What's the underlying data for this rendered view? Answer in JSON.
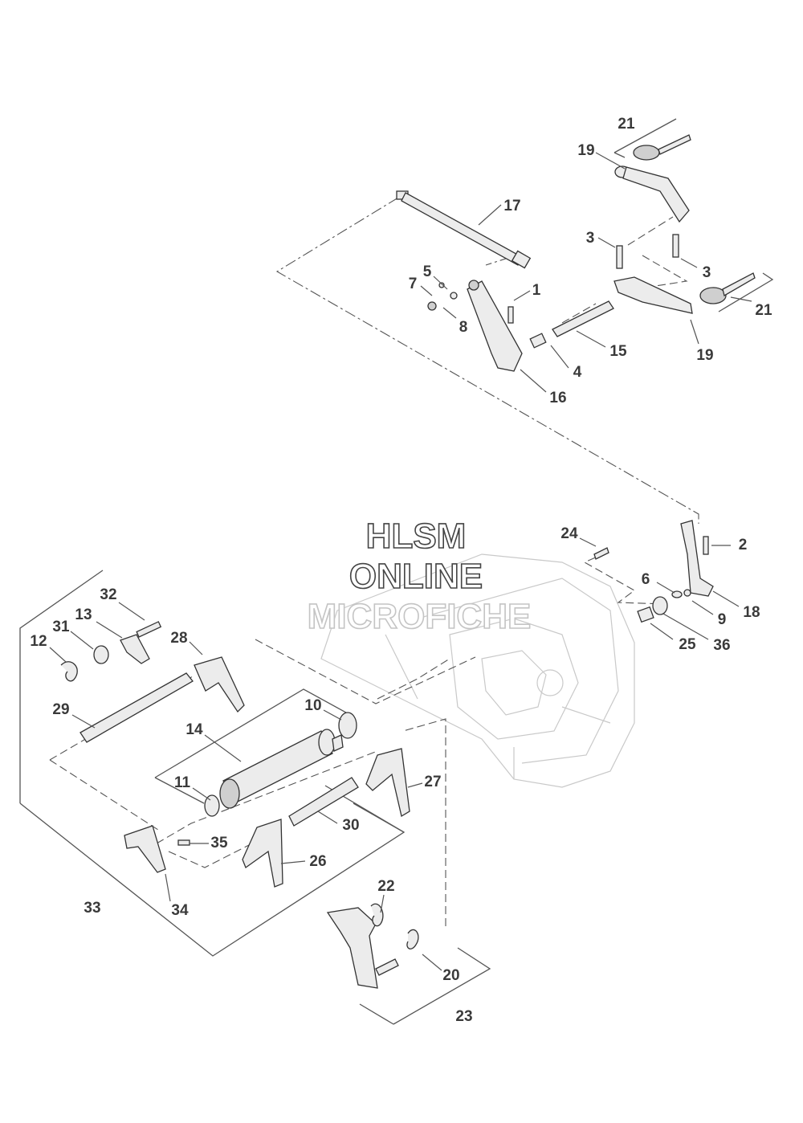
{
  "watermark": {
    "line1": "HLSM",
    "line2": "ONLINE",
    "line3": "MICROFICHE"
  },
  "callouts": [
    {
      "id": "c21a",
      "text": "21"
    },
    {
      "id": "c19a",
      "text": "19"
    },
    {
      "id": "c17",
      "text": "17"
    },
    {
      "id": "c3a",
      "text": "3"
    },
    {
      "id": "c3b",
      "text": "3"
    },
    {
      "id": "c5",
      "text": "5"
    },
    {
      "id": "c7",
      "text": "7"
    },
    {
      "id": "c1",
      "text": "1"
    },
    {
      "id": "c8",
      "text": "8"
    },
    {
      "id": "c21b",
      "text": "21"
    },
    {
      "id": "c15",
      "text": "15"
    },
    {
      "id": "c19b",
      "text": "19"
    },
    {
      "id": "c4",
      "text": "4"
    },
    {
      "id": "c16",
      "text": "16"
    },
    {
      "id": "c24",
      "text": "24"
    },
    {
      "id": "c2",
      "text": "2"
    },
    {
      "id": "c6",
      "text": "6"
    },
    {
      "id": "c18",
      "text": "18"
    },
    {
      "id": "c9",
      "text": "9"
    },
    {
      "id": "c25",
      "text": "25"
    },
    {
      "id": "c36",
      "text": "36"
    },
    {
      "id": "c32",
      "text": "32"
    },
    {
      "id": "c13",
      "text": "13"
    },
    {
      "id": "c31",
      "text": "31"
    },
    {
      "id": "c12",
      "text": "12"
    },
    {
      "id": "c28",
      "text": "28"
    },
    {
      "id": "c10",
      "text": "10"
    },
    {
      "id": "c29",
      "text": "29"
    },
    {
      "id": "c14",
      "text": "14"
    },
    {
      "id": "c11",
      "text": "11"
    },
    {
      "id": "c27",
      "text": "27"
    },
    {
      "id": "c30",
      "text": "30"
    },
    {
      "id": "c35",
      "text": "35"
    },
    {
      "id": "c26",
      "text": "26"
    },
    {
      "id": "c33",
      "text": "33"
    },
    {
      "id": "c34",
      "text": "34"
    },
    {
      "id": "c22",
      "text": "22"
    },
    {
      "id": "c20",
      "text": "20"
    },
    {
      "id": "c23",
      "text": "23"
    }
  ]
}
